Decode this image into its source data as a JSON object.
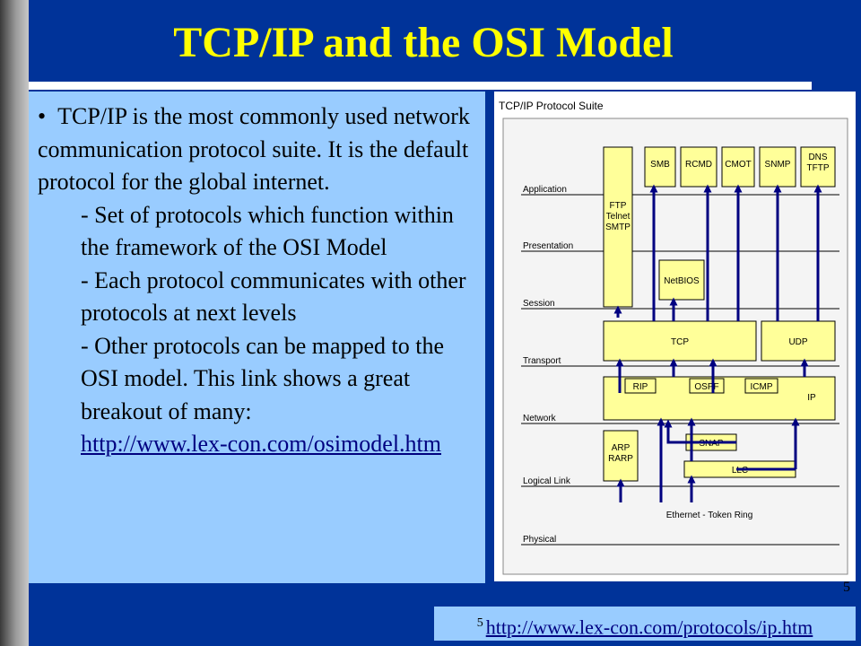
{
  "slide": {
    "title": "TCP/IP and the OSI Model",
    "page_number": "5"
  },
  "text": {
    "bullet_marker": "•",
    "bullet": "TCP/IP is the most commonly used network communication protocol suite. It is the default protocol for the global internet.",
    "sub_items": [
      "- Set of protocols which function within the framework of the OSI Model",
      "- Each protocol communicates with other protocols at next levels",
      "- Other protocols can be mapped to the OSI model.  This link shows a great breakout of many:"
    ],
    "link_text": "http://www.lex-con.com/osimodel.htm"
  },
  "figure": {
    "title": "TCP/IP Protocol Suite",
    "layers": [
      "Application",
      "Presentation",
      "Session",
      "Transport",
      "Network",
      "Logical Link",
      "Physical"
    ],
    "protocols": {
      "ftp": [
        "FTP",
        "Telnet",
        "SMTP"
      ],
      "smb": "SMB",
      "rcmd": "RCMD",
      "cmot": "CMOT",
      "snmp": "SNMP",
      "dns": [
        "DNS",
        "TFTP"
      ],
      "netbios": "NetBIOS",
      "tcp": "TCP",
      "udp": "UDP",
      "rip": "RIP",
      "ospf": "OSPF",
      "icmp": "ICMP",
      "ip": "IP",
      "arp": [
        "ARP",
        "RARP"
      ],
      "snap": "SNAP",
      "llc": "LLC",
      "ethernet": "Ethernet - Token Ring"
    },
    "colors": {
      "box_fill": "#ffff99",
      "arrow": "#000080",
      "panel": "#f4f4f4"
    }
  },
  "footnote": {
    "number": "5",
    "link": "http://www.lex-con.com/protocols/ip.htm"
  }
}
